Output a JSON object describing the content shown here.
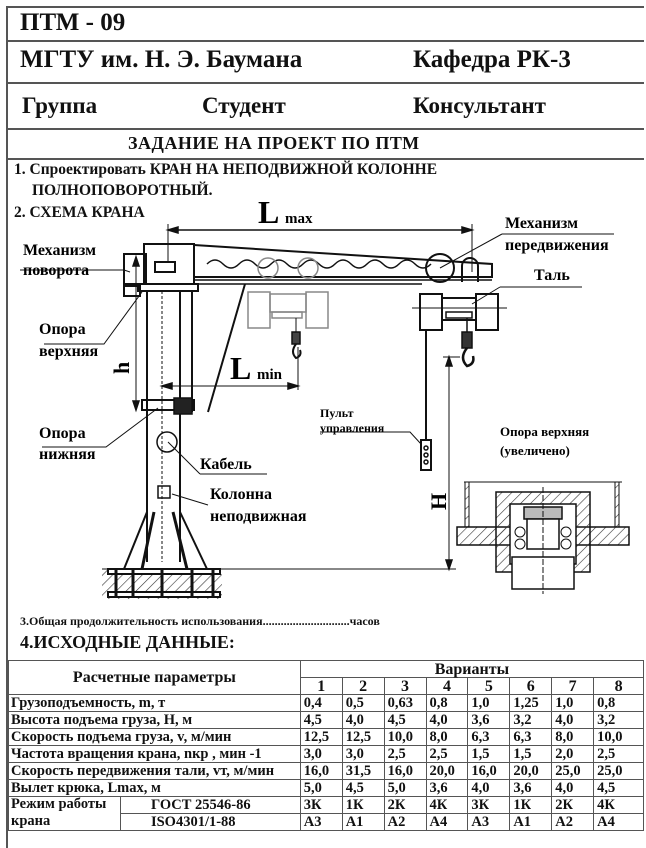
{
  "header": {
    "code": "ПТМ - 09",
    "university": "МГТУ им. Н. Э. Баумана",
    "department": "Кафедра  РК-3",
    "group_label": "Группа",
    "student_label": "Студент",
    "consultant_label": "Консультант",
    "assignment_title": "ЗАДАНИЕ  НА  ПРОЕКТ  ПО  ПТМ"
  },
  "task": {
    "item1_line1": "1. Спроектировать КРАН НА НЕПОДВИЖНОЙ КОЛОННЕ",
    "item1_line2": "ПОЛНОПОВОРОТНЫЙ.",
    "item2": "2.  СХЕМА  КРАНА"
  },
  "diagram": {
    "lmax_L": "L",
    "lmax_sub": "max",
    "lmin_L": "L",
    "lmin_sub": "min",
    "h_label": "h",
    "H_label": "H",
    "slew_mech_1": "Механизм",
    "slew_mech_2": "поворота",
    "travel_mech_1": "Механизм",
    "travel_mech_2": "передвижения",
    "hoist": "Таль",
    "upper_support_1": "Опора",
    "upper_support_2": "верхняя",
    "lower_support_1": "Опора",
    "lower_support_2": "нижняя",
    "cable": "Кабель",
    "column_1": "Колонна",
    "column_2": "неподвижная",
    "pendant_1": "Пульт",
    "pendant_2": "управления",
    "detail_1": "Опора верхняя",
    "detail_2": "(увеличено)"
  },
  "usage": {
    "item3": "3.Общая продолжительность использования.............................часов",
    "item4": "4.ИСХОДНЫЕ ДАННЫЕ:"
  },
  "table": {
    "param_header": "Расчетные параметры",
    "variants_header": "Варианты",
    "variants": [
      "1",
      "2",
      "3",
      "4",
      "5",
      "6",
      "7",
      "8"
    ],
    "rows": [
      {
        "label": "Грузоподъемность, m, т",
        "values": [
          "0,4",
          "0,5",
          "0,63",
          "0,8",
          "1,0",
          "1,25",
          "1,0",
          "0,8"
        ]
      },
      {
        "label": "Высота подъема груза, H, м",
        "values": [
          "4,5",
          "4,0",
          "4,5",
          "4,0",
          "3,6",
          "3,2",
          "4,0",
          "3,2"
        ]
      },
      {
        "label": "Скорость подъема груза, v, м/мин",
        "values": [
          "12,5",
          "12,5",
          "10,0",
          "8,0",
          "6,3",
          "6,3",
          "8,0",
          "10,0"
        ]
      },
      {
        "label": "Частота вращения крана, nкр , мин -1",
        "values": [
          "3,0",
          "3,0",
          "2,5",
          "2,5",
          "1,5",
          "1,5",
          "2,0",
          "2,5"
        ]
      },
      {
        "label": "Скорость передвижения тали, vт, м/мин",
        "values": [
          "16,0",
          "31,5",
          "16,0",
          "20,0",
          "16,0",
          "20,0",
          "25,0",
          "25,0"
        ]
      },
      {
        "label": "Вылет крюка, Lmax, м",
        "values": [
          "5,0",
          "4,5",
          "5,0",
          "3,6",
          "4,0",
          "3,6",
          "4,0",
          "4,5"
        ]
      }
    ],
    "duty_label_1": "Режим работы",
    "duty_label_2": "крана",
    "duty_rows": [
      {
        "standard": "ГОСТ 25546-86",
        "values": [
          "3К",
          "1К",
          "2К",
          "4К",
          "3К",
          "1К",
          "2К",
          "4К"
        ]
      },
      {
        "standard": "ISO4301/1-88",
        "values": [
          "А3",
          "А1",
          "А2",
          "А4",
          "А3",
          "А1",
          "А2",
          "А4"
        ]
      }
    ]
  }
}
